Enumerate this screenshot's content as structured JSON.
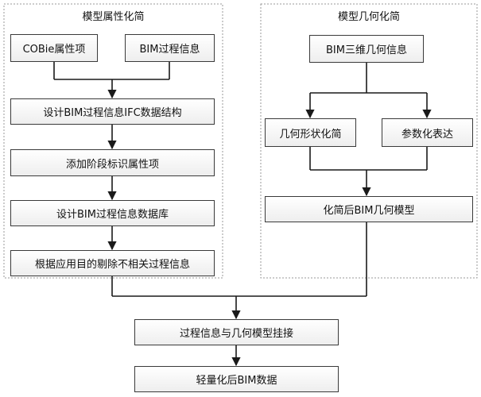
{
  "left_panel": {
    "title": "模型属性化简",
    "nodes": {
      "cobie": "COBie属性项",
      "bim_process_info": "BIM过程信息",
      "ifc_structure": "设计BIM过程信息IFC数据结构",
      "add_stage_attrs": "添加阶段标识属性项",
      "database": "设计BIM过程信息数据库",
      "remove_irrelevant": "根据应用目的剔除不相关过程信息"
    }
  },
  "right_panel": {
    "title": "模型几何化简",
    "nodes": {
      "bim_3d_geometry": "BIM三维几何信息",
      "shape_simplify": "几何形状化简",
      "parametric": "参数化表达",
      "simplified_model": "化简后BIM几何模型"
    }
  },
  "bottom": {
    "mount": "过程信息与几何模型挂接",
    "result": "轻量化后BIM数据"
  },
  "colors": {
    "line": "#1a1a1a",
    "panel_border": "#999999",
    "box_border": "#3a3a3a",
    "box_fill_top": "#ffffff",
    "box_fill_bottom": "#eeeeee"
  }
}
